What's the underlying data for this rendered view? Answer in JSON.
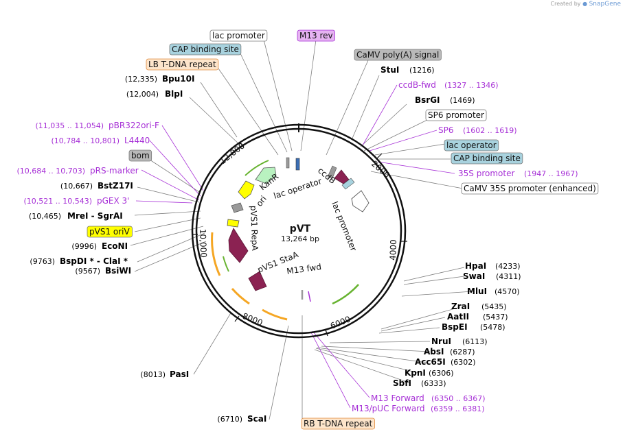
{
  "credit": {
    "prefix": "Created by",
    "brand": "SnapGene"
  },
  "plasmid": {
    "name": "pVT",
    "size_label": "13,264 bp"
  },
  "colors": {
    "enzyme_text": "#000000",
    "primer_text": "#a62fd6",
    "feature_line": "#7d7d7d",
    "primer_line": "#a62fd6",
    "promoter_fill": "#ffffff",
    "terminator_fill": "#b9b9b9",
    "protein_bind_fill": "#a8d2de",
    "primer_bind_fill": "#e6b3f2",
    "repeat_fill": "#fde5cb",
    "rep_origin_fill": "#ffff00",
    "cds_fill": "#8b2252",
    "orange_arc": "#f5a623",
    "green_arc": "#67b330"
  },
  "ticks": [
    "2000",
    "4000",
    "6000",
    "8000",
    "10,000",
    "12,000"
  ],
  "map_features": [
    {
      "label": "KanR"
    },
    {
      "label": "ori"
    },
    {
      "label": "lac operator"
    },
    {
      "label": "ccdB"
    },
    {
      "label": "lac promoter"
    },
    {
      "label": "pVS1 RepA"
    },
    {
      "label": "pVS1 StaA"
    },
    {
      "label": "M13 fwd"
    }
  ],
  "boxed_labels": [
    {
      "text": "lac promoter",
      "type": "promoter"
    },
    {
      "text": "M13 rev",
      "type": "primer_bind"
    },
    {
      "text": "CAP binding site",
      "type": "protein_bind"
    },
    {
      "text": "CaMV poly(A) signal",
      "type": "terminator"
    },
    {
      "text": "LB T-DNA repeat",
      "type": "repeat"
    },
    {
      "text": "SP6 promoter",
      "type": "promoter"
    },
    {
      "text": "lac operator",
      "type": "protein_bind"
    },
    {
      "text": "CAP binding site",
      "type": "protein_bind"
    },
    {
      "text": "bom",
      "type": "terminator"
    },
    {
      "text": "CaMV 35S promoter (enhanced)",
      "type": "promoter"
    },
    {
      "text": "pVS1 oriV",
      "type": "rep_origin"
    },
    {
      "text": "RB T-DNA repeat",
      "type": "repeat"
    }
  ],
  "site_labels": [
    {
      "pos": "(12,335)",
      "name": "Bpu10I",
      "kind": "enzyme",
      "side": "left"
    },
    {
      "pos": "(12,004)",
      "name": "BlpI",
      "kind": "enzyme",
      "side": "left"
    },
    {
      "pos": "(11,035 .. 11,054)",
      "name": "pBR322ori-F",
      "kind": "primer",
      "side": "left"
    },
    {
      "pos": "(10,784 .. 10,801)",
      "name": "L4440",
      "kind": "primer",
      "side": "left"
    },
    {
      "pos": "(10,684 .. 10,703)",
      "name": "pRS-marker",
      "kind": "primer",
      "side": "left"
    },
    {
      "pos": "(10,667)",
      "name": "BstZ17I",
      "kind": "enzyme",
      "side": "left"
    },
    {
      "pos": "(10,521 .. 10,543)",
      "name": "pGEX 3'",
      "kind": "primer",
      "side": "left"
    },
    {
      "pos": "(10,465)",
      "name": "MreI  -  SgrAI",
      "kind": "enzyme",
      "side": "left"
    },
    {
      "pos": "(9996)",
      "name": "EcoNI",
      "kind": "enzyme",
      "side": "left"
    },
    {
      "pos": "(9763)",
      "name": "BspDI *  -  ClaI *",
      "kind": "enzyme",
      "side": "left"
    },
    {
      "pos": "(9567)",
      "name": "BsiWI",
      "kind": "enzyme",
      "side": "left"
    },
    {
      "pos": "(8013)",
      "name": "PasI",
      "kind": "enzyme",
      "side": "left"
    },
    {
      "pos": "(6710)",
      "name": "ScaI",
      "kind": "enzyme",
      "side": "left"
    },
    {
      "pos": "(1216)",
      "name": "StuI",
      "kind": "enzyme",
      "side": "right"
    },
    {
      "pos": "(1327 .. 1346)",
      "name": "ccdB-fwd",
      "kind": "primer",
      "side": "right"
    },
    {
      "pos": "(1469)",
      "name": "BsrGI",
      "kind": "enzyme",
      "side": "right"
    },
    {
      "pos": "(1602 .. 1619)",
      "name": "SP6",
      "kind": "primer",
      "side": "right"
    },
    {
      "pos": "(1947 .. 1967)",
      "name": "35S promoter",
      "kind": "primer",
      "side": "right"
    },
    {
      "pos": "(4233)",
      "name": "HpaI",
      "kind": "enzyme",
      "side": "right"
    },
    {
      "pos": "(4311)",
      "name": "SwaI",
      "kind": "enzyme",
      "side": "right"
    },
    {
      "pos": "(4570)",
      "name": "MluI",
      "kind": "enzyme",
      "side": "right"
    },
    {
      "pos": "(5435)",
      "name": "ZraI",
      "kind": "enzyme",
      "side": "right"
    },
    {
      "pos": "(5437)",
      "name": "AatII",
      "kind": "enzyme",
      "side": "right"
    },
    {
      "pos": "(5478)",
      "name": "BspEI",
      "kind": "enzyme",
      "side": "right"
    },
    {
      "pos": "(6113)",
      "name": "NruI",
      "kind": "enzyme",
      "side": "right"
    },
    {
      "pos": "(6287)",
      "name": "AbsI",
      "kind": "enzyme",
      "side": "right"
    },
    {
      "pos": "(6302)",
      "name": "Acc65I",
      "kind": "enzyme",
      "side": "right"
    },
    {
      "pos": "(6306)",
      "name": "KpnI",
      "kind": "enzyme",
      "side": "right"
    },
    {
      "pos": "(6333)",
      "name": "SbfI",
      "kind": "enzyme",
      "side": "right"
    },
    {
      "pos": "(6350 .. 6367)",
      "name": "M13 Forward",
      "kind": "primer",
      "side": "right"
    },
    {
      "pos": "(6359 .. 6381)",
      "name": "M13/pUC Forward",
      "kind": "primer",
      "side": "right"
    }
  ]
}
